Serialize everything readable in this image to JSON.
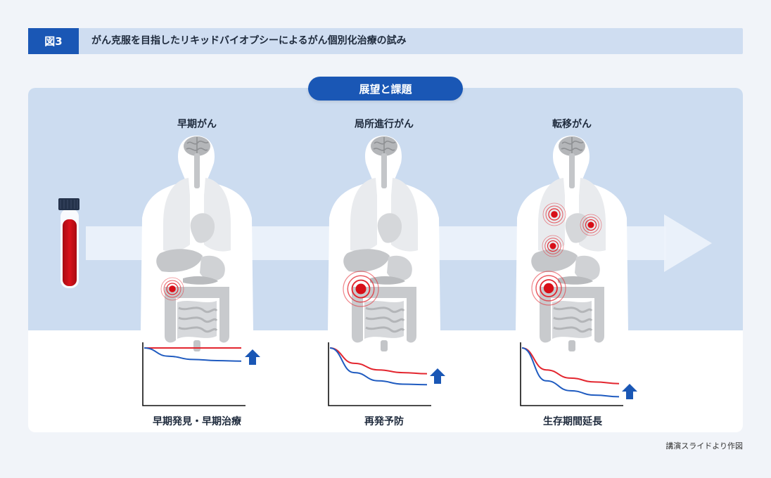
{
  "header": {
    "figure_label": "図3",
    "title": "がん克服を目指したリキッドバイオプシーによるがん個別化治療の試み"
  },
  "section_pill": "展望と課題",
  "stages": [
    {
      "label": "早期がん",
      "outcome": "早期発見・早期治療"
    },
    {
      "label": "局所進行がん",
      "outcome": "再発予防"
    },
    {
      "label": "転移がん",
      "outcome": "生存期間延長"
    }
  ],
  "source_note": "講演スライドより作図",
  "colors": {
    "accent_blue": "#1a57b5",
    "red_line": "#e3262f",
    "blue_line": "#1f5bc0",
    "tumor_red": "#d70f18"
  },
  "icons": [
    "blood-tube-icon",
    "body-silhouette-icon",
    "brain-icon",
    "lungs-icon",
    "stomach-icon",
    "intestine-icon",
    "tumor-target-icon",
    "up-arrow-icon"
  ],
  "chart_data": [
    {
      "type": "line",
      "title": "",
      "series": [
        {
          "color": "red",
          "values": [
            1,
            1,
            1,
            1,
            1
          ]
        },
        {
          "color": "blue",
          "values": [
            1,
            0.85,
            0.79,
            0.77,
            0.76
          ]
        }
      ],
      "annotation": "up-arrow"
    },
    {
      "type": "line",
      "title": "",
      "series": [
        {
          "color": "red",
          "values": [
            1,
            0.72,
            0.6,
            0.55,
            0.53
          ]
        },
        {
          "color": "blue",
          "values": [
            1,
            0.55,
            0.4,
            0.34,
            0.33
          ]
        }
      ],
      "annotation": "up-arrow"
    },
    {
      "type": "line",
      "title": "",
      "series": [
        {
          "color": "red",
          "values": [
            1,
            0.6,
            0.45,
            0.38,
            0.35
          ]
        },
        {
          "color": "blue",
          "values": [
            1,
            0.4,
            0.22,
            0.14,
            0.11
          ]
        }
      ],
      "annotation": "up-arrow"
    }
  ]
}
